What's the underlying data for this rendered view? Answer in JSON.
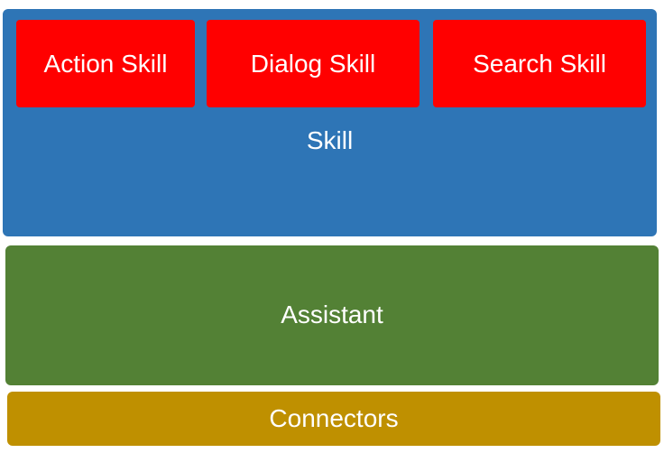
{
  "colors": {
    "skill_layer": "#2E75B6",
    "sub_skill": "#FF0000",
    "assistant_layer": "#538135",
    "connectors_layer": "#BF9000",
    "text": "#FFFFFF"
  },
  "skill_layer": {
    "label": "Skill",
    "sub_skills": [
      {
        "label": "Action Skill"
      },
      {
        "label": "Dialog Skill"
      },
      {
        "label": "Search Skill"
      }
    ]
  },
  "assistant_layer": {
    "label": "Assistant"
  },
  "connectors_layer": {
    "label": "Connectors"
  }
}
